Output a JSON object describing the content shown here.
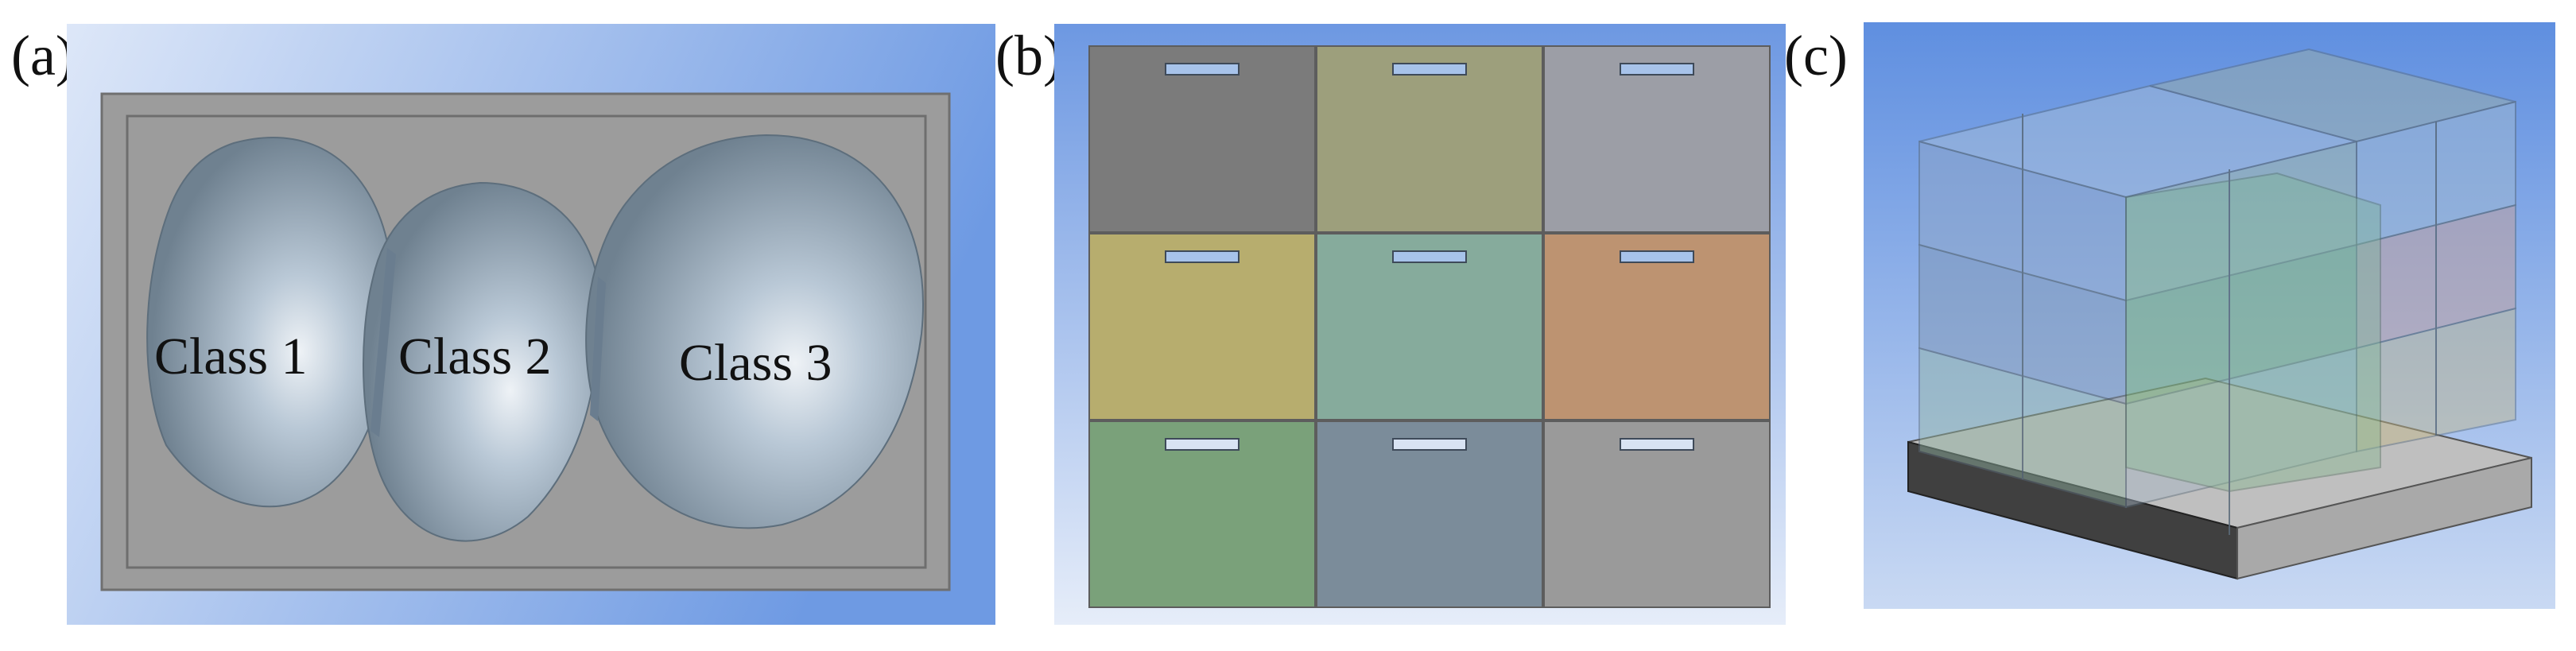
{
  "panels": [
    {
      "label": "(a)",
      "classes": [
        "Class 1",
        "Class 2",
        "Class 3"
      ]
    },
    {
      "label": "(b)",
      "cell_colors": [
        "#7b7b7b",
        "#9d9f7c",
        "#9c9ea6",
        "#b7ad6e",
        "#86ab9c",
        "#bd9371",
        "#7aa17a",
        "#7b8c9a",
        "#9a9a9a"
      ],
      "slot_color": "#a7c3ea"
    },
    {
      "label": "(c)"
    }
  ],
  "colors": {
    "bg_light": "#dbe6f8",
    "bg_dark": "#6c98e2",
    "tray_gray": "#9b9b9b",
    "ellipsoid": "#b7c5d4"
  }
}
